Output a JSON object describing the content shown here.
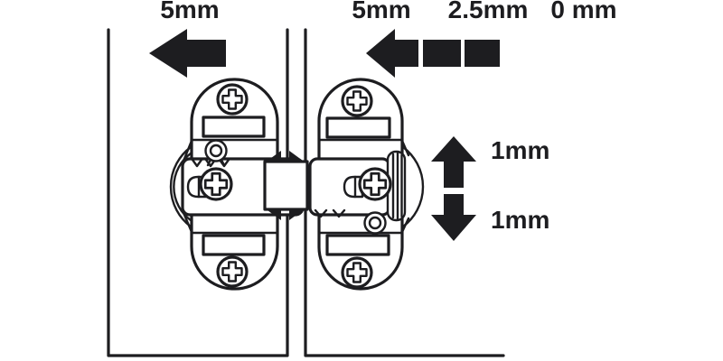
{
  "colors": {
    "ink": "#1d1d20",
    "background": "#ffffff"
  },
  "labels": {
    "side": "5mm",
    "depth_5": "5mm",
    "depth_25": "2.5mm",
    "depth_0": "0 mm",
    "up": "1mm",
    "down": "1mm"
  },
  "icons": {
    "arrow_left_solid": "solid left arrow",
    "arrow_left_dashed": "segmented left arrow (three steps)",
    "arrow_up": "solid up arrow",
    "arrow_down": "solid down arrow"
  }
}
